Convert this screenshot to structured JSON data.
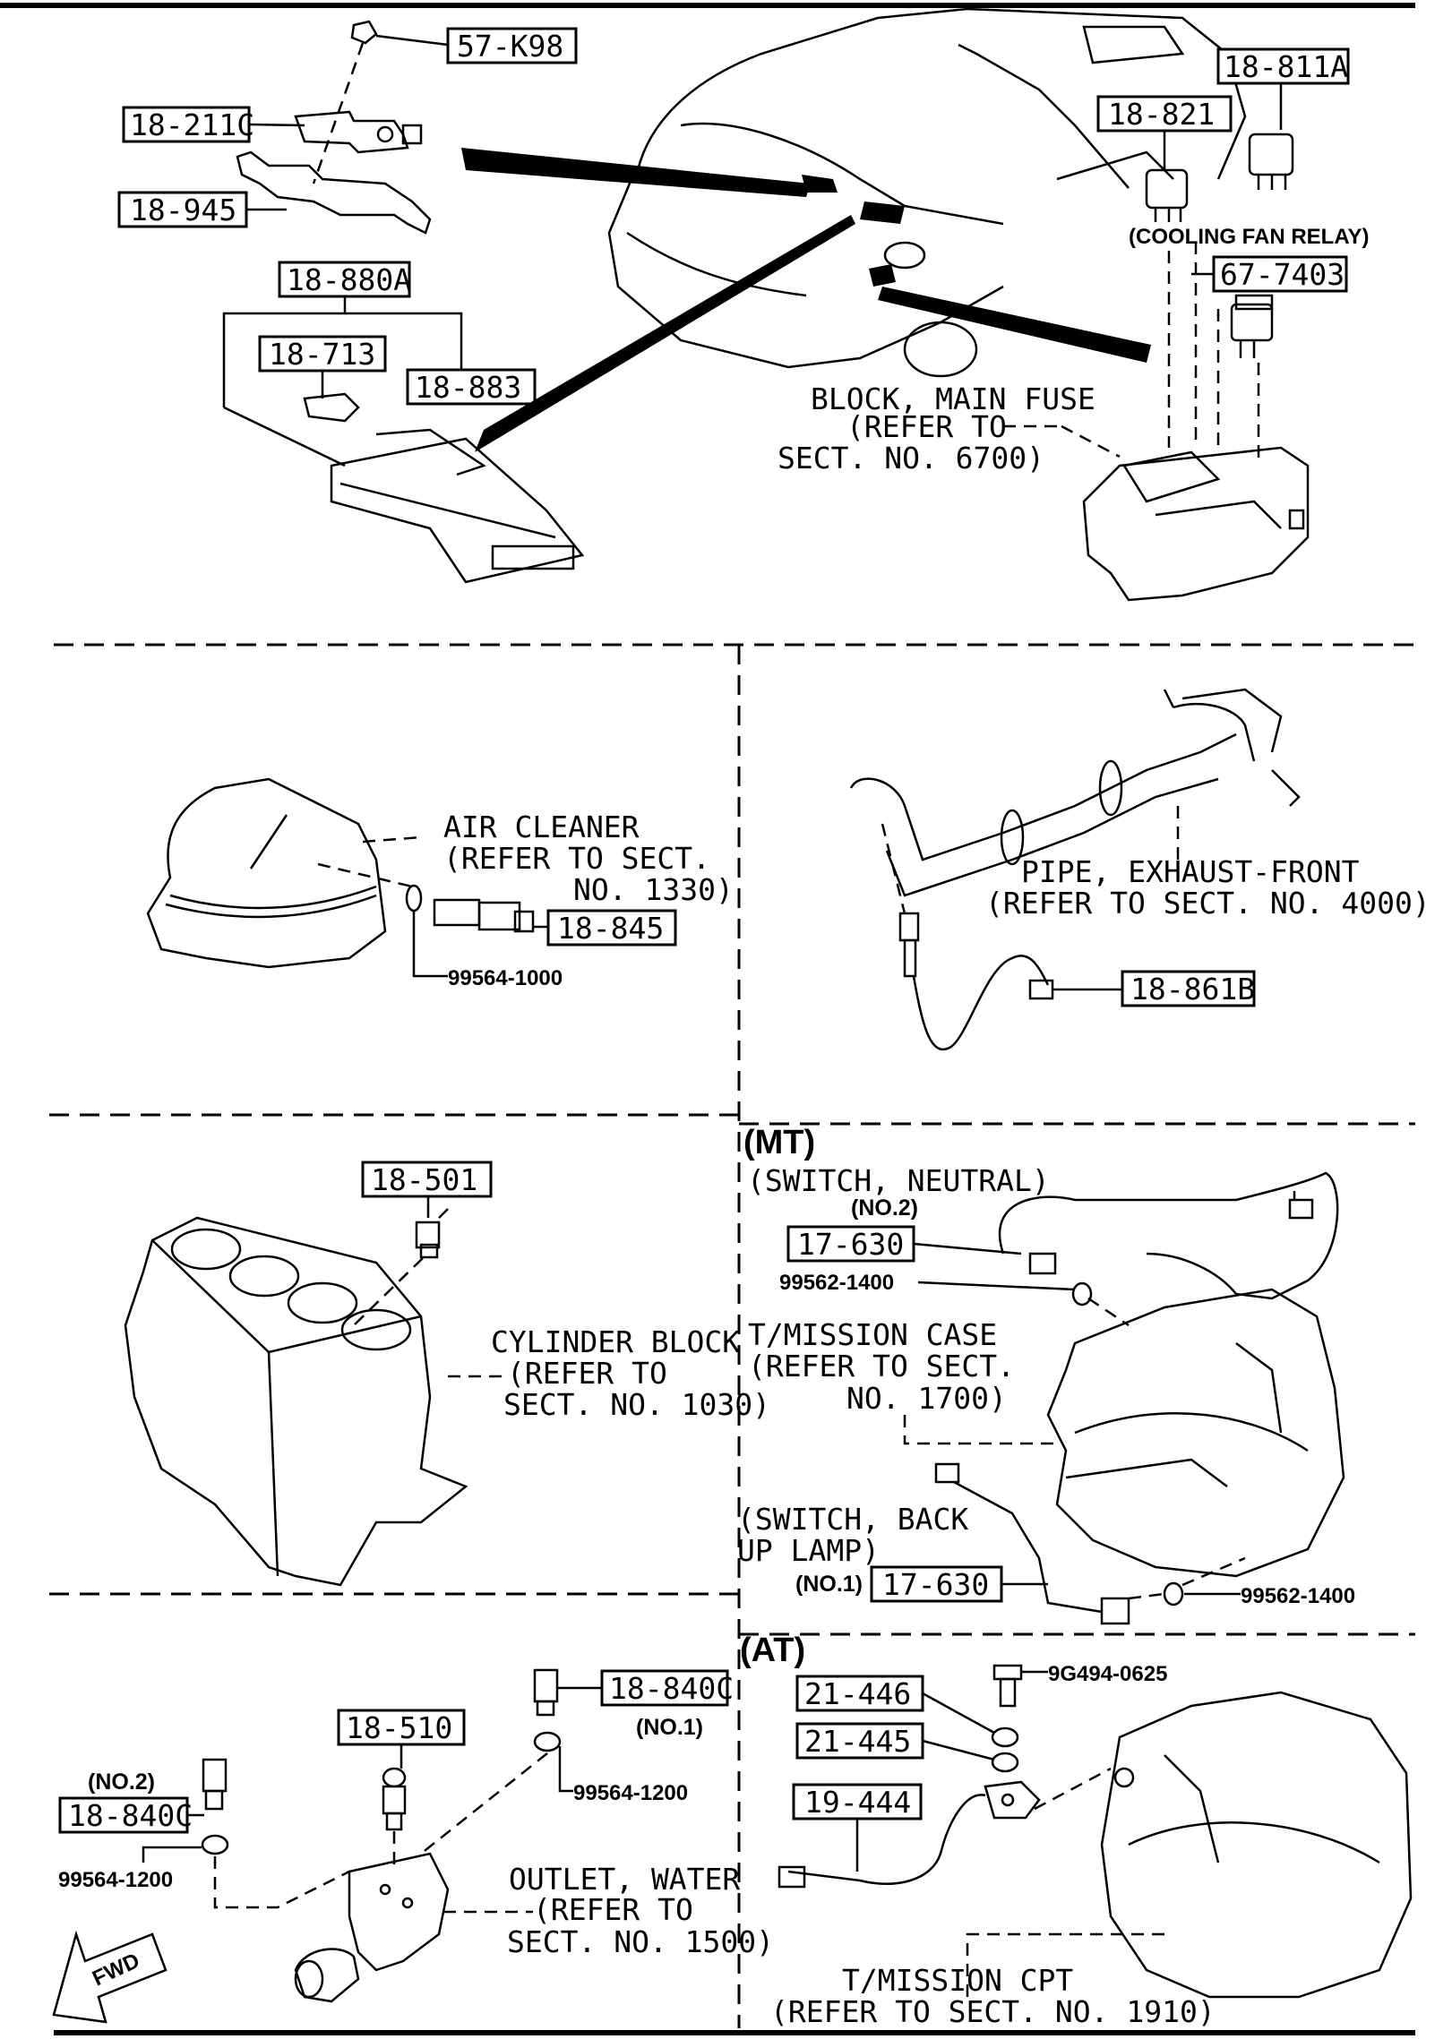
{
  "callouts": {
    "p57k98": "57-K98",
    "p18211c": "18-211C",
    "p18945": "18-945",
    "p18880a": "18-880A",
    "p18713": "18-713",
    "p18883": "18-883",
    "p18821": "18-821",
    "p18811a": "18-811A",
    "p677403": "67-7403",
    "p18845": "18-845",
    "p18861b": "18-861B",
    "p18501": "18-501",
    "p17630a": "17-630",
    "p17630b": "17-630",
    "p18510": "18-510",
    "p18840c1": "18-840C",
    "p18840c2": "18-840C",
    "p21446": "21-446",
    "p21445": "21-445",
    "p19444": "19-444"
  },
  "refs": {
    "r995641000": "99564-1000",
    "r99562a": "99562-1400",
    "r99562b": "99562-1400",
    "r995641200a": "99564-1200",
    "r995641200b": "99564-1200",
    "r9g494": "9G494-0625"
  },
  "labels": {
    "cooling_fan": "(COOLING FAN RELAY)",
    "main_fuse_1": "BLOCK, MAIN FUSE",
    "main_fuse_2": "(REFER TO",
    "main_fuse_3": "SECT. NO. 6700)",
    "air_cleaner_1": "AIR CLEANER",
    "air_cleaner_2": "(REFER TO SECT.",
    "air_cleaner_3": "NO. 1330)",
    "pipe_1": "PIPE, EXHAUST-FRONT",
    "pipe_2": "(REFER TO SECT. NO. 4000)",
    "mt": "(MT)",
    "switch_neutral": "(SWITCH, NEUTRAL)",
    "no2_a": "(NO.2)",
    "tmission_1": "T/MISSION CASE",
    "tmission_2": "(REFER TO SECT.",
    "tmission_3": "NO. 1700)",
    "cyl_1": "CYLINDER BLOCK",
    "cyl_2": "(REFER TO",
    "cyl_3": "SECT. NO. 1030)",
    "backup_1": "(SWITCH, BACK",
    "backup_2": "UP LAMP)",
    "no1_a": "(NO.1)",
    "no1_b": "(NO.1)",
    "no2_b": "(NO.2)",
    "at": "(AT)",
    "outlet_1": "OUTLET, WATER",
    "outlet_2": "(REFER TO",
    "outlet_3": "SECT. NO. 1500)",
    "cpt_1": "T/MISSION CPT",
    "cpt_2": "(REFER TO SECT. NO. 1910)",
    "fwd": "FWD"
  }
}
